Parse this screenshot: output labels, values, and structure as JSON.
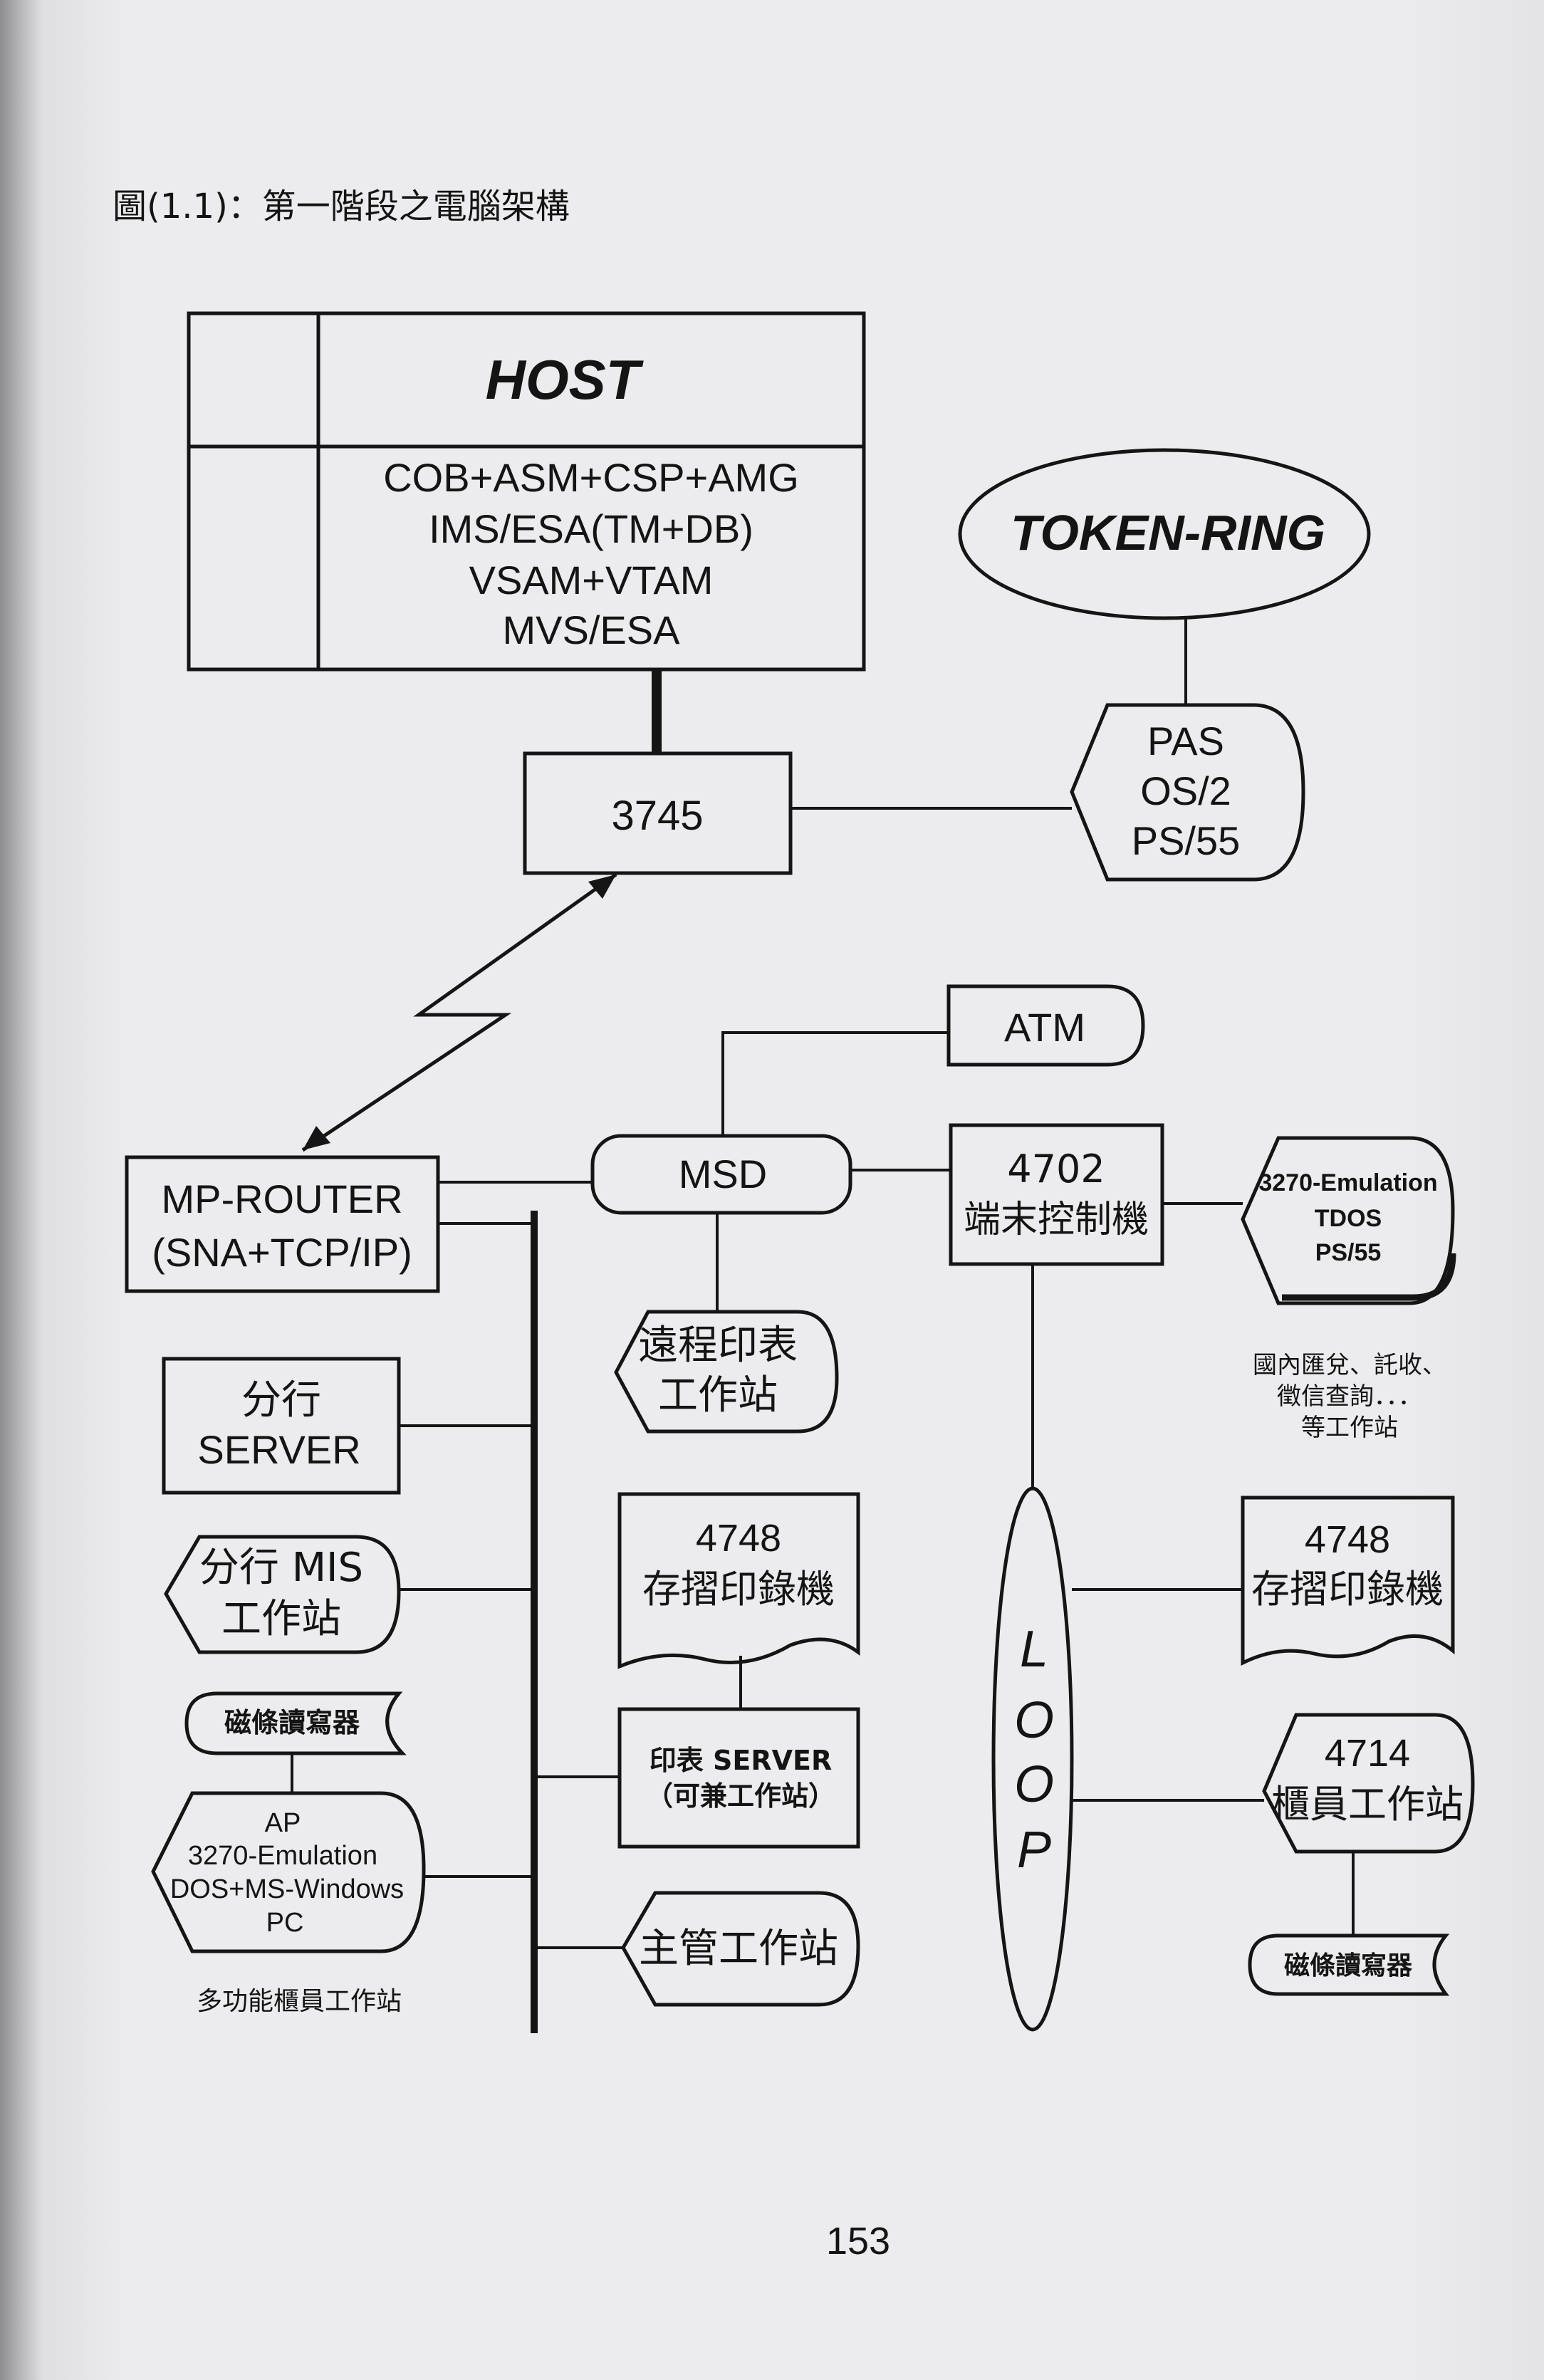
{
  "caption": "圖(1.1)：第一階段之電腦架構",
  "host": {
    "title": "HOST",
    "lines": [
      "COB+ASM+CSP+AMG",
      "IMS/ESA(TM+DB)",
      "VSAM+VTAM",
      "MVS/ESA"
    ]
  },
  "token_ring": "TOKEN-RING",
  "pas": [
    "PAS",
    "OS/2",
    "PS/55"
  ],
  "fep": "3745",
  "atm": "ATM",
  "msd": "MSD",
  "controller": [
    "4702",
    "端末控制機"
  ],
  "emulation_ws": [
    "3270-Emulation",
    "TDOS",
    "PS/55"
  ],
  "domestic_note": [
    "國內匯兌、託收、",
    "徵信查詢．．．",
    "等工作站"
  ],
  "mp_router": [
    "MP-ROUTER",
    "(SNA+TCP/IP)"
  ],
  "remote_print": [
    "遠程印表",
    "工作站"
  ],
  "branch_server": [
    "分行",
    "SERVER"
  ],
  "branch_mis": [
    "分行 MIS",
    "工作站"
  ],
  "printer_left": [
    "4748",
    "存摺印錄機"
  ],
  "printer_right": [
    "4748",
    "存摺印錄機"
  ],
  "loop": [
    "L",
    "O",
    "O",
    "P"
  ],
  "print_server": [
    "印表 SERVER",
    "（可兼工作站）"
  ],
  "teller_ws": [
    "4714",
    "櫃員工作站"
  ],
  "mag_reader_left": "磁條讀寫器",
  "mag_reader_right": "磁條讀寫器",
  "pc_ws": [
    "AP",
    "3270-Emulation",
    "DOS+MS-Windows",
    "PC"
  ],
  "pc_caption": "多功能櫃員工作站",
  "supervisor_ws": "主管工作站",
  "page_number": "153"
}
